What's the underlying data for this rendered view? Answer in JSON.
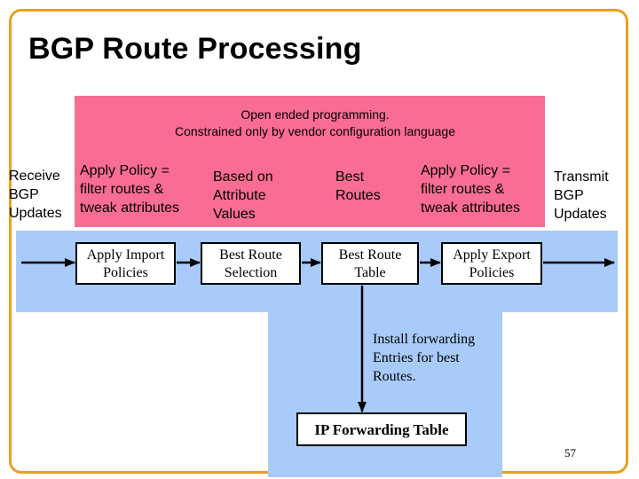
{
  "slide": {
    "title": "BGP Route Processing",
    "page_number": "57",
    "colors": {
      "pink_area": "#f96d93",
      "blue_area": "#a8cbfb",
      "frame": "#e8a020"
    }
  },
  "banner": "Open ended programming.\nConstrained only by vendor configuration language",
  "labels": {
    "receive": "Receive\nBGP\nUpdates",
    "import_policy_desc": "Apply Policy =\nfilter routes &\ntweak attributes",
    "based_on": "Based on\nAttribute\nValues",
    "best_routes": "Best\nRoutes",
    "export_policy_desc": "Apply Policy =\nfilter routes &\ntweak attributes",
    "transmit": "Transmit\nBGP\nUpdates",
    "install_note": "Install forwarding\nEntries for best\nRoutes."
  },
  "boxes": {
    "apply_import": "Apply Import\n  Policies",
    "best_route_selection": "Best Route\n  Selection",
    "best_route_table": "Best Route\n  Table",
    "apply_export": "Apply Export\n  Policies",
    "ip_forwarding_table": "IP Forwarding Table"
  }
}
